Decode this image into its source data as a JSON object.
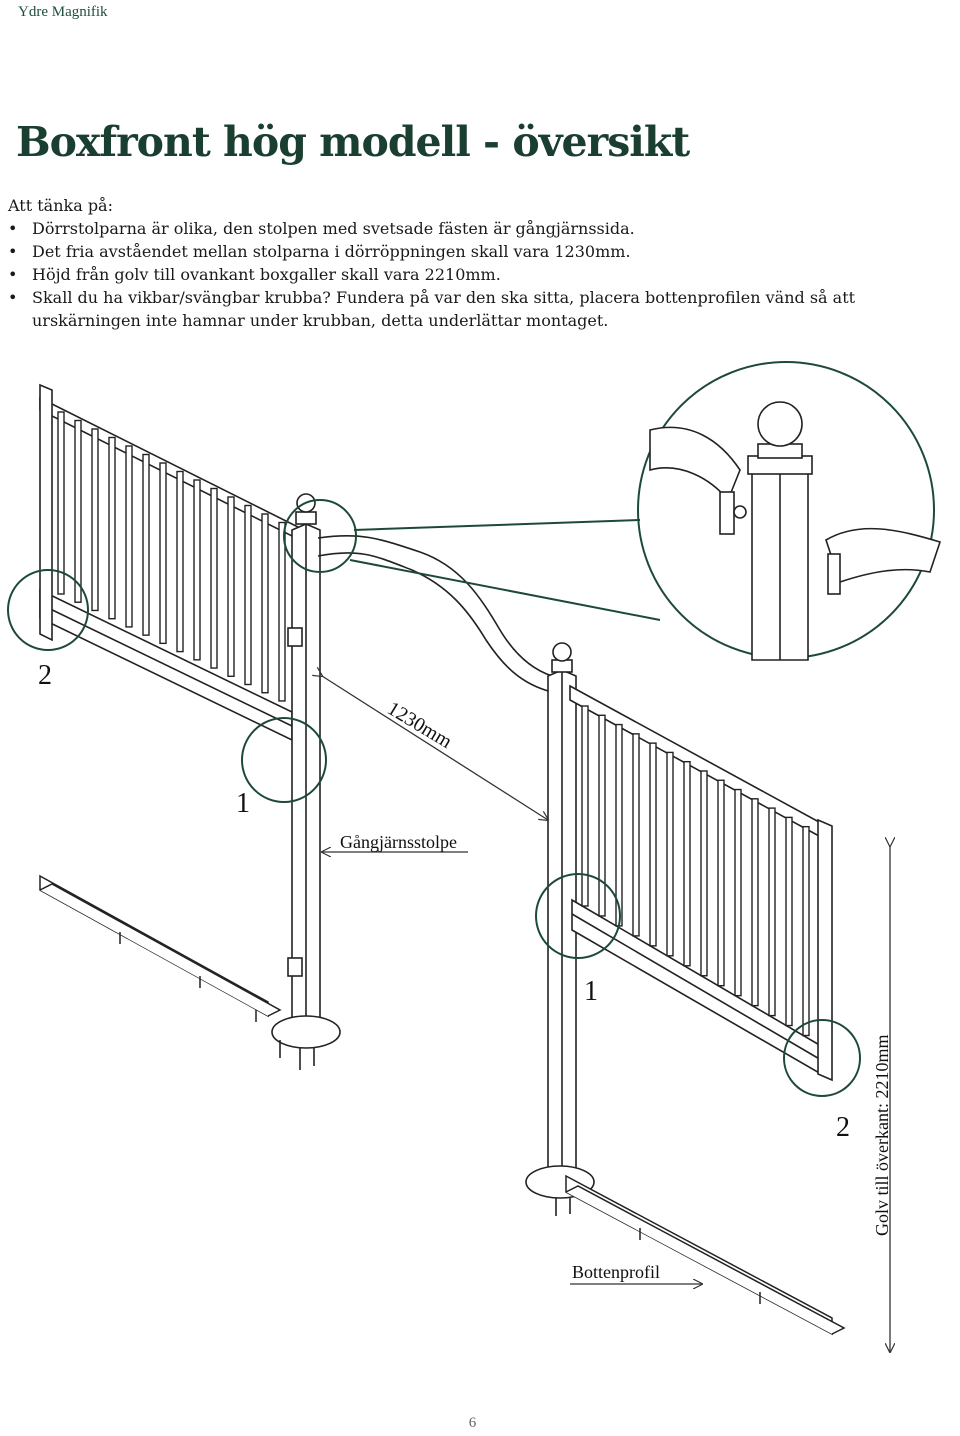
{
  "header": {
    "brand": "Ydre Magnifik"
  },
  "title": "Boxfront hög modell - översikt",
  "intro": "Att tänka på:",
  "bullets": [
    "Dörrstolparna är olika, den stolpen med svetsade fästen är gångjärnssida.",
    "Det fria avståendet mellan stolparna i dörröppningen skall vara 1230mm.",
    "Höjd från golv till ovankant boxgaller skall vara 2210mm.",
    "Skall du ha vikbar/svängbar krubba? Fundera på var den ska sitta, placera bottenprofilen vänd så att urskärningen inte hamnar under krubban, detta underlättar montaget."
  ],
  "bullet_symbol": "•",
  "drawing": {
    "labels": {
      "callout_2_left": "2",
      "callout_1_left": "1",
      "callout_1_right": "1",
      "callout_2_right": "2",
      "door_gap": "1230mm",
      "hinge_post": "Gångjärnsstolpe",
      "bottom_profile": "Bottenprofil",
      "floor_height": "Golv till överkant: 2210mm"
    },
    "circle_color": "#1d4a36"
  },
  "footer": {
    "page_number": "6"
  }
}
